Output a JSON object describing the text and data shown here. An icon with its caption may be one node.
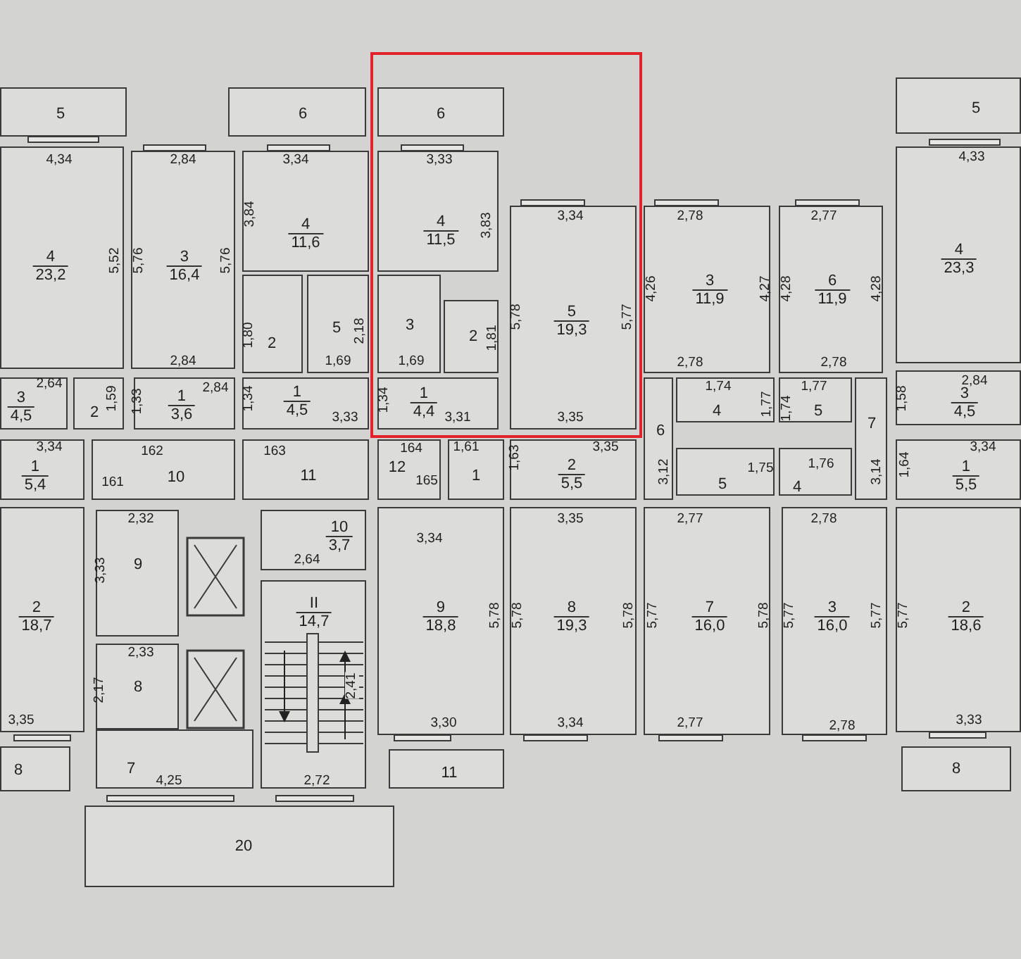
{
  "diagram": {
    "nodes": [
      {
        "text": [
          "5"
        ]
      },
      {
        "text": [
          "6"
        ]
      },
      {
        "text": [
          "6"
        ]
      },
      {
        "text": [
          "5"
        ]
      },
      {
        "text": [
          "4",
          "23,2"
        ]
      },
      {
        "text": [
          "3",
          "16,4"
        ]
      },
      {
        "text": [
          "4",
          "11,6"
        ]
      },
      {
        "text": [
          "2"
        ]
      },
      {
        "text": [
          "5"
        ]
      },
      {
        "text": [
          "4",
          "11,5"
        ]
      },
      {
        "text": [
          "3"
        ]
      },
      {
        "text": [
          "2"
        ]
      },
      {
        "text": [
          "5",
          "19,3"
        ]
      },
      {
        "text": [
          "3",
          "11,9"
        ]
      },
      {
        "text": [
          "6",
          "11,9"
        ]
      },
      {
        "text": [
          "4",
          "23,3"
        ]
      },
      {
        "text": [
          "3",
          "4,5"
        ]
      },
      {
        "text": [
          "2"
        ]
      },
      {
        "text": [
          "1",
          "3,6"
        ]
      },
      {
        "text": [
          "1",
          "4,5"
        ]
      },
      {
        "text": [
          "1",
          "4,4"
        ]
      },
      {
        "text": [
          "4"
        ]
      },
      {
        "text": [
          "5"
        ]
      },
      {
        "text": [
          "3",
          "4,5"
        ]
      },
      {
        "text": [
          "6"
        ]
      },
      {
        "text": [
          "7"
        ]
      },
      {
        "text": [
          "5"
        ]
      },
      {
        "text": [
          "4"
        ]
      },
      {
        "text": [
          "1",
          "5,4"
        ]
      },
      {
        "text": [
          "10"
        ]
      },
      {
        "text": [
          "11"
        ]
      },
      {
        "text": [
          "12"
        ]
      },
      {
        "text": [
          "1"
        ]
      },
      {
        "text": [
          "2",
          "5,5"
        ]
      },
      {
        "text": [
          "1",
          "5,5"
        ]
      },
      {
        "text": [
          "2",
          "18,7"
        ]
      },
      {
        "text": [
          "9"
        ]
      },
      {
        "text": [
          "8"
        ]
      },
      {
        "text": [
          "7"
        ]
      },
      {
        "text": [
          "10",
          "3,7"
        ]
      },
      {
        "text": [
          "II",
          "14,7"
        ]
      },
      {
        "text": [
          "9",
          "18,8"
        ]
      },
      {
        "text": [
          "8",
          "19,3"
        ]
      },
      {
        "text": [
          "7",
          "16,0"
        ]
      },
      {
        "text": [
          "3",
          "16,0"
        ]
      },
      {
        "text": [
          "2",
          "18,6"
        ]
      },
      {
        "text": [
          "8"
        ]
      },
      {
        "text": [
          "11"
        ]
      },
      {
        "text": [
          "8"
        ]
      },
      {
        "text": [
          "20"
        ]
      }
    ],
    "labels": [
      "4,34",
      "2,84",
      "3,34",
      "3,33",
      "4,33",
      "3,34",
      "2,78",
      "2,77",
      "3,84",
      "3,83",
      "5,52",
      "5,76",
      "5,76",
      "4,26",
      "4,27",
      "4,28",
      "4,28",
      "5,78",
      "5,77",
      "1,80",
      "2,18",
      "1,81",
      "2,84",
      "1,69",
      "1,69",
      "2,78",
      "2,78",
      "2,64",
      "2,84",
      "1,74",
      "1,77",
      "2,84",
      "1,59",
      "1,33",
      "1,34",
      "1,34",
      "1,77",
      "1,74",
      "1,58",
      "3,33",
      "3,31",
      "3,35",
      "3,34",
      "162",
      "163",
      "164",
      "1,61",
      "3,35",
      "3,34",
      "1,63",
      "1,76",
      "1,64",
      "1,75",
      "3,12",
      "3,14",
      "161",
      "165",
      "2,32",
      "3,35",
      "2,77",
      "2,78",
      "3,34",
      "2,64",
      "3,33",
      "5,78",
      "5,78",
      "5,78",
      "5,77",
      "5,78",
      "5,77",
      "5,77",
      "5,77",
      "2,33",
      "2,17",
      "2,41",
      "3,35",
      "3,30",
      "3,34",
      "2,77",
      "2,78",
      "3,33",
      "4,25",
      "2,72"
    ]
  }
}
